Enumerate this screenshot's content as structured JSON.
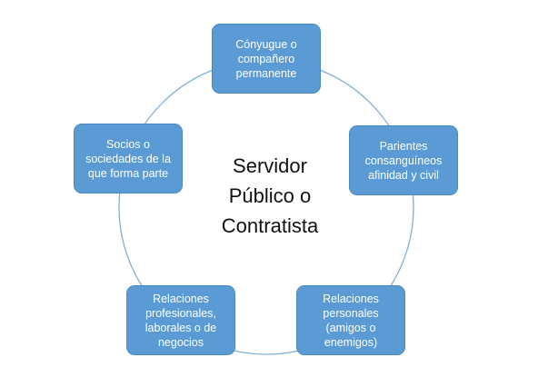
{
  "diagram": {
    "center_lines": [
      "Servidor",
      "Público o",
      "Contratista"
    ],
    "nodes": [
      "Cónyugue o compañero permanente",
      "Parientes consanguíneos afinidad y civil",
      "Relaciones personales (amigos o enemigos)",
      "Relaciones profesionales, laborales o de negocios",
      "Socios o sociedades de la que forma parte"
    ],
    "colors": {
      "node_fill": "#5b9bd5",
      "ring": "#5b9bd5",
      "text": "#111111"
    }
  }
}
